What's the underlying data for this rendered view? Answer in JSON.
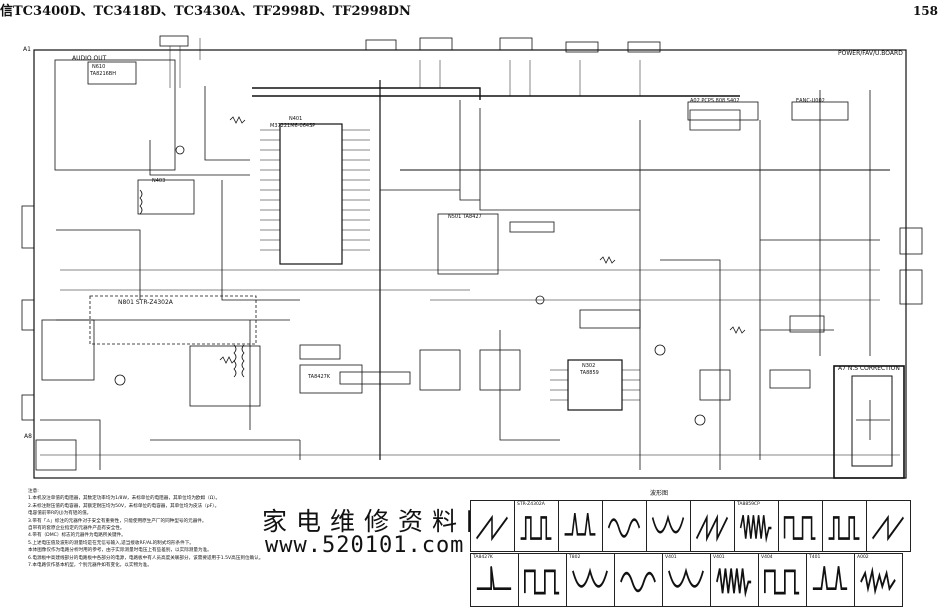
{
  "header": {
    "title": "信TC3400D、TC3418D、TC3430A、TF2998D、TF2998DN",
    "page_number": "158"
  },
  "schematic": {
    "board_name": "POWER/FAV/U.BOARD",
    "board_id": "A1",
    "labels": {
      "audio_out": "AUDIO OUT",
      "audio_ic": "N610",
      "audio_ic_part": "TA8216BH",
      "micro_ref": "N401",
      "micro_part": "M37221M6-064SP",
      "n403": "N403",
      "power_ic": "N801  STR-Z4302A",
      "n501": "N501  TA8427",
      "n302": "N302",
      "n302_part": "TA8859",
      "vertical_ic": "TA8427K",
      "a02": "A02  PCPS.808.S402",
      "eanc": "EANC-U002",
      "ns_title": "A7 N.S CORRECTION",
      "a8": "A8"
    }
  },
  "notes": {
    "heading": "注意:",
    "lines": [
      "1.本机没注单值的电阻器，其数定功率均为1/8W，未标单位的电阻器，其单位均为欧姆（Ω）。",
      "2.未标注耐压值的电容器，其额定耐压均为50V，未标单位的电容器，其单位均为皮法（pF）。",
      "  电容值前带R的(J)为有铝的值。",
      "3.带有「⚠」标注的元器件对于安全有重要性，只能使用原生产厂的同种型号的元器件。",
      "  自带有的套原企业指定的元器件产品有安全性。",
      "4.带有（DMC）标志的元器件为电路所关键件。",
      "5.上述电压值及波形的测量均是在无信号输入,适当接收RF/AL的制式均形条件下。",
      "  本体图像仅作为电路分析时用的参考，由于实际测量时电压上有些差别，以实际测量为准。",
      "6.电源板中高建线部分的电路板中各部分的电源，电路板中有人员高度关联部分，该需要适用于1.5V高压到位确认。",
      "7.本电路仅作基本机型，个别元器件如有变化，以实物为准。"
    ]
  },
  "watermark": {
    "site_name": "家电维修资料网",
    "url": "www.520101.com"
  },
  "waveforms": {
    "title": "波形图",
    "row1": [
      {
        "label": "",
        "icon": "ramp-icon"
      },
      {
        "label": "STR-Z4302A",
        "icon": "pulse-icon"
      },
      {
        "label": "",
        "icon": "spike-icon"
      },
      {
        "label": "",
        "icon": "sine-icon"
      },
      {
        "label": "",
        "icon": "parabola-icon"
      },
      {
        "label": "",
        "icon": "sawtooth-icon"
      },
      {
        "label": "TA8859CP",
        "icon": "burst-icon"
      },
      {
        "label": "",
        "icon": "square-icon"
      },
      {
        "label": "",
        "icon": "pulse-icon"
      },
      {
        "label": "",
        "icon": "ramp-icon"
      }
    ],
    "row2": [
      {
        "label": "TA8427K",
        "icon": "vertical-pulse-icon"
      },
      {
        "label": "",
        "icon": "square-icon"
      },
      {
        "label": "T802",
        "icon": "parabola-icon"
      },
      {
        "label": "",
        "icon": "sine-icon"
      },
      {
        "label": "V401",
        "icon": "parabola-icon"
      },
      {
        "label": "V401",
        "icon": "burst-icon"
      },
      {
        "label": "V404",
        "icon": "square-icon"
      },
      {
        "label": "T401",
        "icon": "spike-icon"
      },
      {
        "label": "A002",
        "icon": "noise-icon"
      }
    ]
  }
}
